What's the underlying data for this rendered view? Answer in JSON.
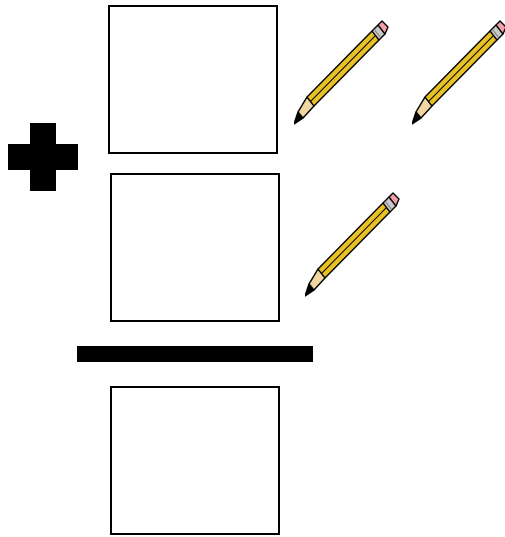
{
  "problem": {
    "operation": "addition",
    "addend_1": {
      "pencil_count": 2
    },
    "addend_2": {
      "pencil_count": 1
    },
    "sum": {
      "pencil_count": null
    }
  },
  "icons": {
    "operator": "plus-icon",
    "equals": "equals-bar",
    "counter": "pencil-icon"
  },
  "colors": {
    "ink": "#000000",
    "pencil_body": "#e8c224",
    "pencil_tip_wood": "#f2d6a2",
    "eraser": "#f0a0a8",
    "ferrule": "#c8c8c8"
  }
}
